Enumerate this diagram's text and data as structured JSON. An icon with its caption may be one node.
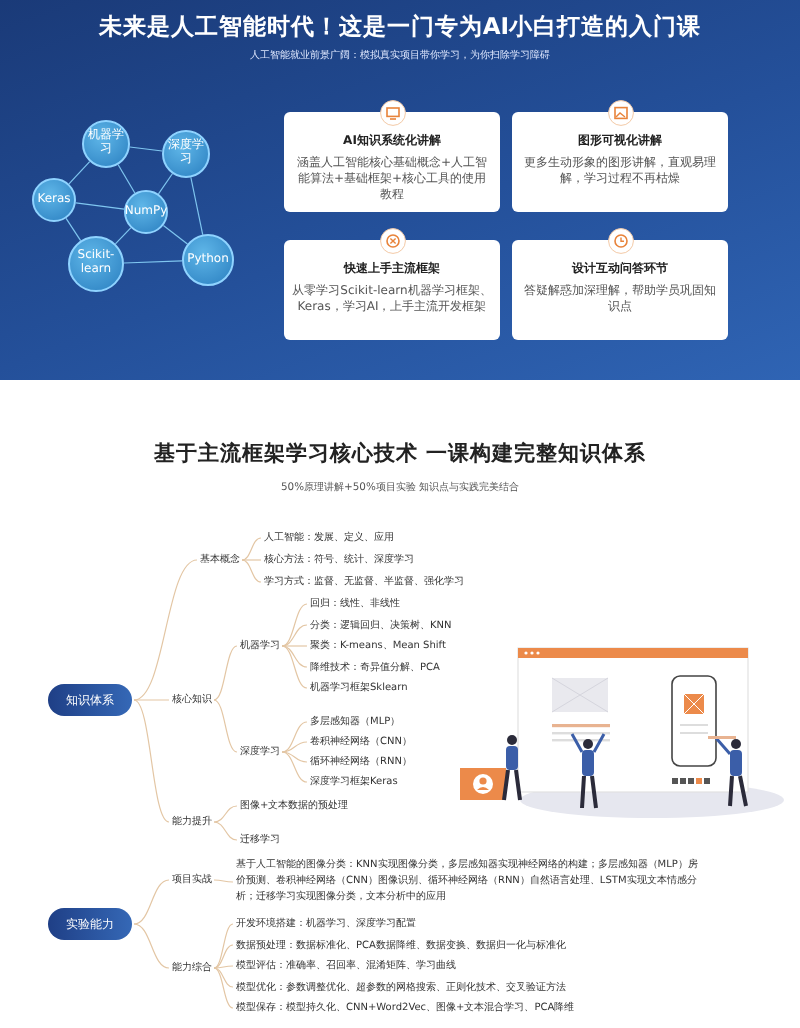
{
  "diagram": {
    "title": "未来是人工智能时代！这是一门专为AI小白打造的入门课",
    "nodes": [
      {
        "text": [
          "机器学习"
        ]
      },
      {
        "text": [
          "深度学习"
        ]
      },
      {
        "text": [
          "Keras"
        ]
      },
      {
        "text": [
          "NumPy"
        ]
      },
      {
        "text": [
          "Scikit-learn"
        ]
      },
      {
        "text": [
          "Python"
        ]
      },
      {
        "text": [
          "AI知识系统化讲解",
          "涵盖人工智能核心基础概念+人工智能算法+基础框架+核心工具的使用教程"
        ]
      },
      {
        "text": [
          "图形可视化讲解",
          "更多生动形象的图形讲解，直观易理解，学习过程不再枯燥"
        ]
      },
      {
        "text": [
          "快速上手主流框架",
          "从零学习Scikit-learn机器学习框架、Keras，学习AI，上手主流开发框架"
        ]
      },
      {
        "text": [
          "设计互动问答环节",
          "答疑解惑加深理解，帮助学员巩固知识点"
        ]
      },
      {
        "text": [
          "知识体系"
        ]
      },
      {
        "text": [
          "基本概念"
        ]
      },
      {
        "text": [
          "人工智能：发展、定义、应用"
        ]
      },
      {
        "text": [
          "核心方法：符号、统计、深度学习"
        ]
      },
      {
        "text": [
          "学习方式：监督、无监督、半监督、强化学习"
        ]
      },
      {
        "text": [
          "核心知识"
        ]
      },
      {
        "text": [
          "机器学习"
        ]
      },
      {
        "text": [
          "回归：线性、非线性"
        ]
      },
      {
        "text": [
          "分类：逻辑回归、决策树、KNN"
        ]
      },
      {
        "text": [
          "聚类：K-means、Mean Shift"
        ]
      },
      {
        "text": [
          "降维技术：奇异值分解、PCA"
        ]
      },
      {
        "text": [
          "机器学习框架Sklearn"
        ]
      },
      {
        "text": [
          "深度学习"
        ]
      },
      {
        "text": [
          "多层感知器（MLP）"
        ]
      },
      {
        "text": [
          "卷积神经网络（CNN）"
        ]
      },
      {
        "text": [
          "循环神经网络（RNN）"
        ]
      },
      {
        "text": [
          "深度学习框架Keras"
        ]
      },
      {
        "text": [
          "能力提升"
        ]
      },
      {
        "text": [
          "图像+文本数据的预处理"
        ]
      },
      {
        "text": [
          "迁移学习"
        ]
      },
      {
        "text": [
          "实验能力"
        ]
      },
      {
        "text": [
          "项目实战"
        ]
      },
      {
        "text": [
          "基于人工智能的图像分类：KNN实现图像分类，多层感知器实现神经网络的构建；多层感知器（MLP）房价预测、卷积神经网络（CNN）图像识别、循环神经网络（RNN）自然语言处理、LSTM实现文本情感分析；迁移学习实现图像分类，文本分析中的应用"
        ]
      },
      {
        "text": [
          "能力综合"
        ]
      },
      {
        "text": [
          "开发环境搭建：机器学习、深度学习配置"
        ]
      },
      {
        "text": [
          "数据预处理：数据标准化、PCA数据降维、数据变换、数据归一化与标准化"
        ]
      },
      {
        "text": [
          "模型评估：准确率、召回率、混淆矩阵、学习曲线"
        ]
      },
      {
        "text": [
          "模型优化：参数调整优化、超参数的网格搜索、正则化技术、交叉验证方法"
        ]
      },
      {
        "text": [
          "模型保存：模型持久化、CNN+Word2Vec、图像+文本混合学习、PCA降维"
        ]
      }
    ],
    "edges": [
      {
        "from": 0,
        "to": 1,
        "arrow": "none",
        "color": "#7fc6f0"
      },
      {
        "from": 0,
        "to": 2,
        "arrow": "none",
        "color": "#7fc6f0"
      },
      {
        "from": 0,
        "to": 3,
        "arrow": "none",
        "color": "#7fc6f0"
      },
      {
        "from": 1,
        "to": 3,
        "arrow": "none",
        "color": "#7fc6f0"
      },
      {
        "from": 2,
        "to": 3,
        "arrow": "none",
        "color": "#7fc6f0"
      },
      {
        "from": 3,
        "to": 4,
        "arrow": "none",
        "color": "#7fc6f0"
      },
      {
        "from": 3,
        "to": 5,
        "arrow": "none",
        "color": "#7fc6f0"
      },
      {
        "from": 4,
        "to": 5,
        "arrow": "none",
        "color": "#7fc6f0"
      },
      {
        "from": 2,
        "to": 4,
        "arrow": "none",
        "color": "#7fc6f0"
      },
      {
        "from": 1,
        "to": 5,
        "arrow": "none",
        "color": "#7fc6f0"
      },
      {
        "from": 10,
        "to": 11,
        "arrow": "none"
      },
      {
        "from": 11,
        "to": 12,
        "arrow": "none"
      },
      {
        "from": 11,
        "to": 13,
        "arrow": "none"
      },
      {
        "from": 11,
        "to": 14,
        "arrow": "none"
      },
      {
        "from": 10,
        "to": 15,
        "arrow": "none"
      },
      {
        "from": 15,
        "to": 16,
        "arrow": "none"
      },
      {
        "from": 16,
        "to": 17,
        "arrow": "none"
      },
      {
        "from": 16,
        "to": 18,
        "arrow": "none"
      },
      {
        "from": 16,
        "to": 19,
        "arrow": "none"
      },
      {
        "from": 16,
        "to": 20,
        "arrow": "none"
      },
      {
        "from": 16,
        "to": 21,
        "arrow": "none"
      },
      {
        "from": 15,
        "to": 22,
        "arrow": "none"
      },
      {
        "from": 22,
        "to": 23,
        "arrow": "none"
      },
      {
        "from": 22,
        "to": 24,
        "arrow": "none"
      },
      {
        "from": 22,
        "to": 25,
        "arrow": "none"
      },
      {
        "from": 22,
        "to": 26,
        "arrow": "none"
      },
      {
        "from": 10,
        "to": 27,
        "arrow": "none"
      },
      {
        "from": 27,
        "to": 28,
        "arrow": "none"
      },
      {
        "from": 27,
        "to": 29,
        "arrow": "none"
      },
      {
        "from": 30,
        "to": 31,
        "arrow": "none"
      },
      {
        "from": 31,
        "to": 32,
        "arrow": "none"
      },
      {
        "from": 30,
        "to": 33,
        "arrow": "none"
      },
      {
        "from": 33,
        "to": 34,
        "arrow": "none"
      },
      {
        "from": 33,
        "to": 35,
        "arrow": "none"
      },
      {
        "from": 33,
        "to": 36,
        "arrow": "none"
      },
      {
        "from": 33,
        "to": 37,
        "arrow": "none"
      },
      {
        "from": 33,
        "to": 38,
        "arrow": "none"
      }
    ],
    "labels": [
      "人工智能就业前景广阔：模拟真实项目带你学习，为你扫除学习障碍",
      "基于主流框架学习核心技术 一课构建完整知识体系",
      "50%原理讲解+50%项目实验 知识点与实践完美结合"
    ]
  }
}
